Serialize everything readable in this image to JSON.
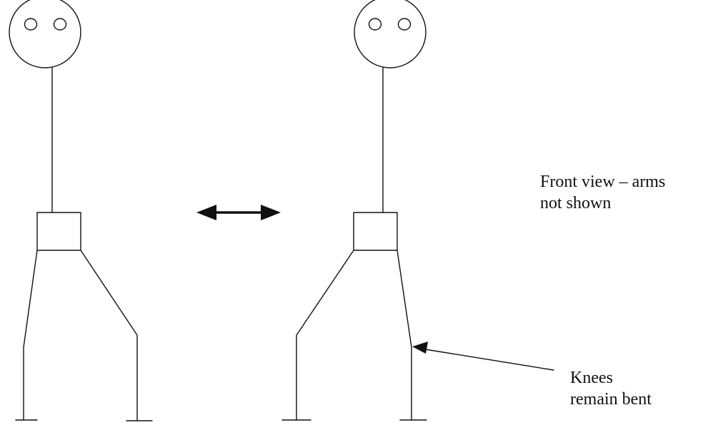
{
  "annotations": {
    "front_view_line1": "Front view – arms",
    "front_view_line2": "not shown",
    "knees_line1": "Knees",
    "knees_line2": "remain bent"
  },
  "figures": [
    {
      "name": "figure-left"
    },
    {
      "name": "figure-right"
    }
  ],
  "colors": {
    "stroke": "#111111",
    "background": "#ffffff"
  },
  "icons": {
    "movement_arrow": "double-headed-arrow-icon",
    "pointer_arrow": "pointer-arrow-icon"
  }
}
